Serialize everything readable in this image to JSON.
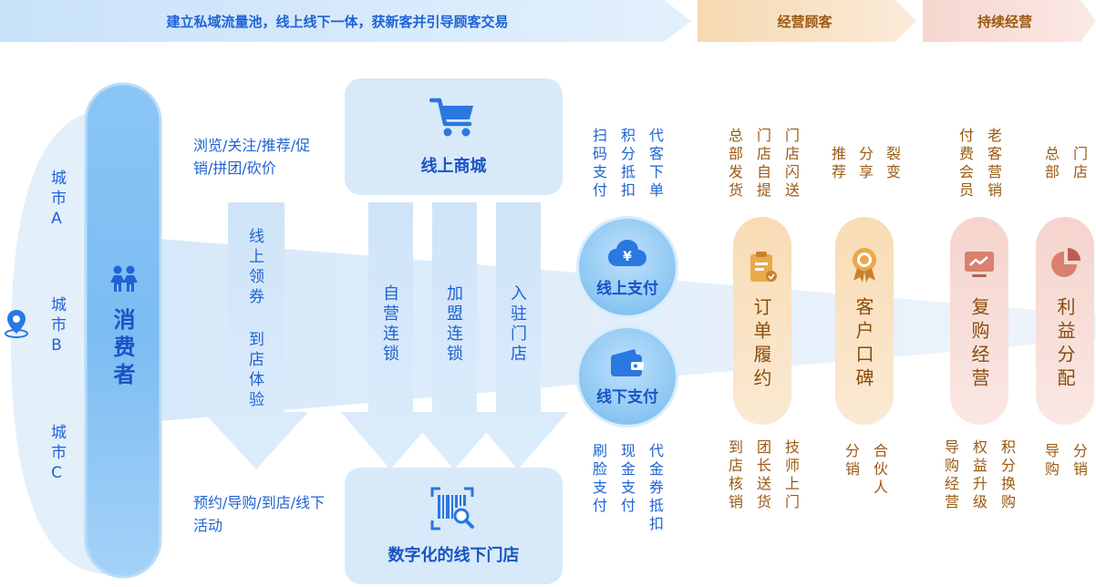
{
  "header": {
    "stage1": "建立私域流量池，线上线下一体，获新客并引导顾客交易",
    "stage2": "经营顾客",
    "stage3": "持续经营"
  },
  "cities": [
    "城市A",
    "城市B",
    "城市C"
  ],
  "consumer": "消费者",
  "top_actions": "浏览/关注/推荐/促销/拼团/砍价",
  "bottom_actions": "预约/导购/到店/线下活动",
  "coupon_arrow": "线上领券 到店体验",
  "online_mall": "线上商城",
  "offline_store": "数字化的线下门店",
  "chain_arrows": [
    "自营连锁",
    "加盟连锁",
    "入驻门店"
  ],
  "online_pay": {
    "label": "线上支付",
    "methods": [
      "扫码支付",
      "积分抵扣",
      "代客下单"
    ]
  },
  "offline_pay": {
    "label": "线下支付",
    "methods": [
      "刷脸支付",
      "现金支付",
      "代金券抵扣"
    ]
  },
  "fulfillment": {
    "label": "订单履约",
    "top": [
      "总部发货",
      "门店自提",
      "门店闪送"
    ],
    "bottom": [
      "到店核销",
      "团长送货",
      "技师上门"
    ]
  },
  "reputation": {
    "label": "客户口碑",
    "top": [
      "推荐",
      "分享",
      "裂变"
    ],
    "bottom": [
      "分销",
      "合伙人"
    ]
  },
  "repurchase": {
    "label": "复购经营",
    "top": [
      "付费会员",
      "老客营销"
    ],
    "bottom": [
      "导购经营",
      "权益升级",
      "积分换购"
    ]
  },
  "profit": {
    "label": "利益分配",
    "top": [
      "总部",
      "门店"
    ],
    "bottom": [
      "导购",
      "分销"
    ]
  },
  "icons": {
    "people": "people-icon",
    "location": "location-pin-icon",
    "cart": "shopping-cart-icon",
    "barcode": "barcode-scan-icon",
    "cloud_yen": "cloud-yen-icon",
    "wallet": "wallet-icon",
    "clipboard": "clipboard-icon",
    "medal": "medal-icon",
    "monitor": "monitor-chart-icon",
    "pie": "pie-chart-icon"
  },
  "colors": {
    "blue_text": "#1f63d4",
    "brown_text": "#9a5a12",
    "blue_light": "#dcebfa",
    "orange_light": "#f9e3c7"
  }
}
